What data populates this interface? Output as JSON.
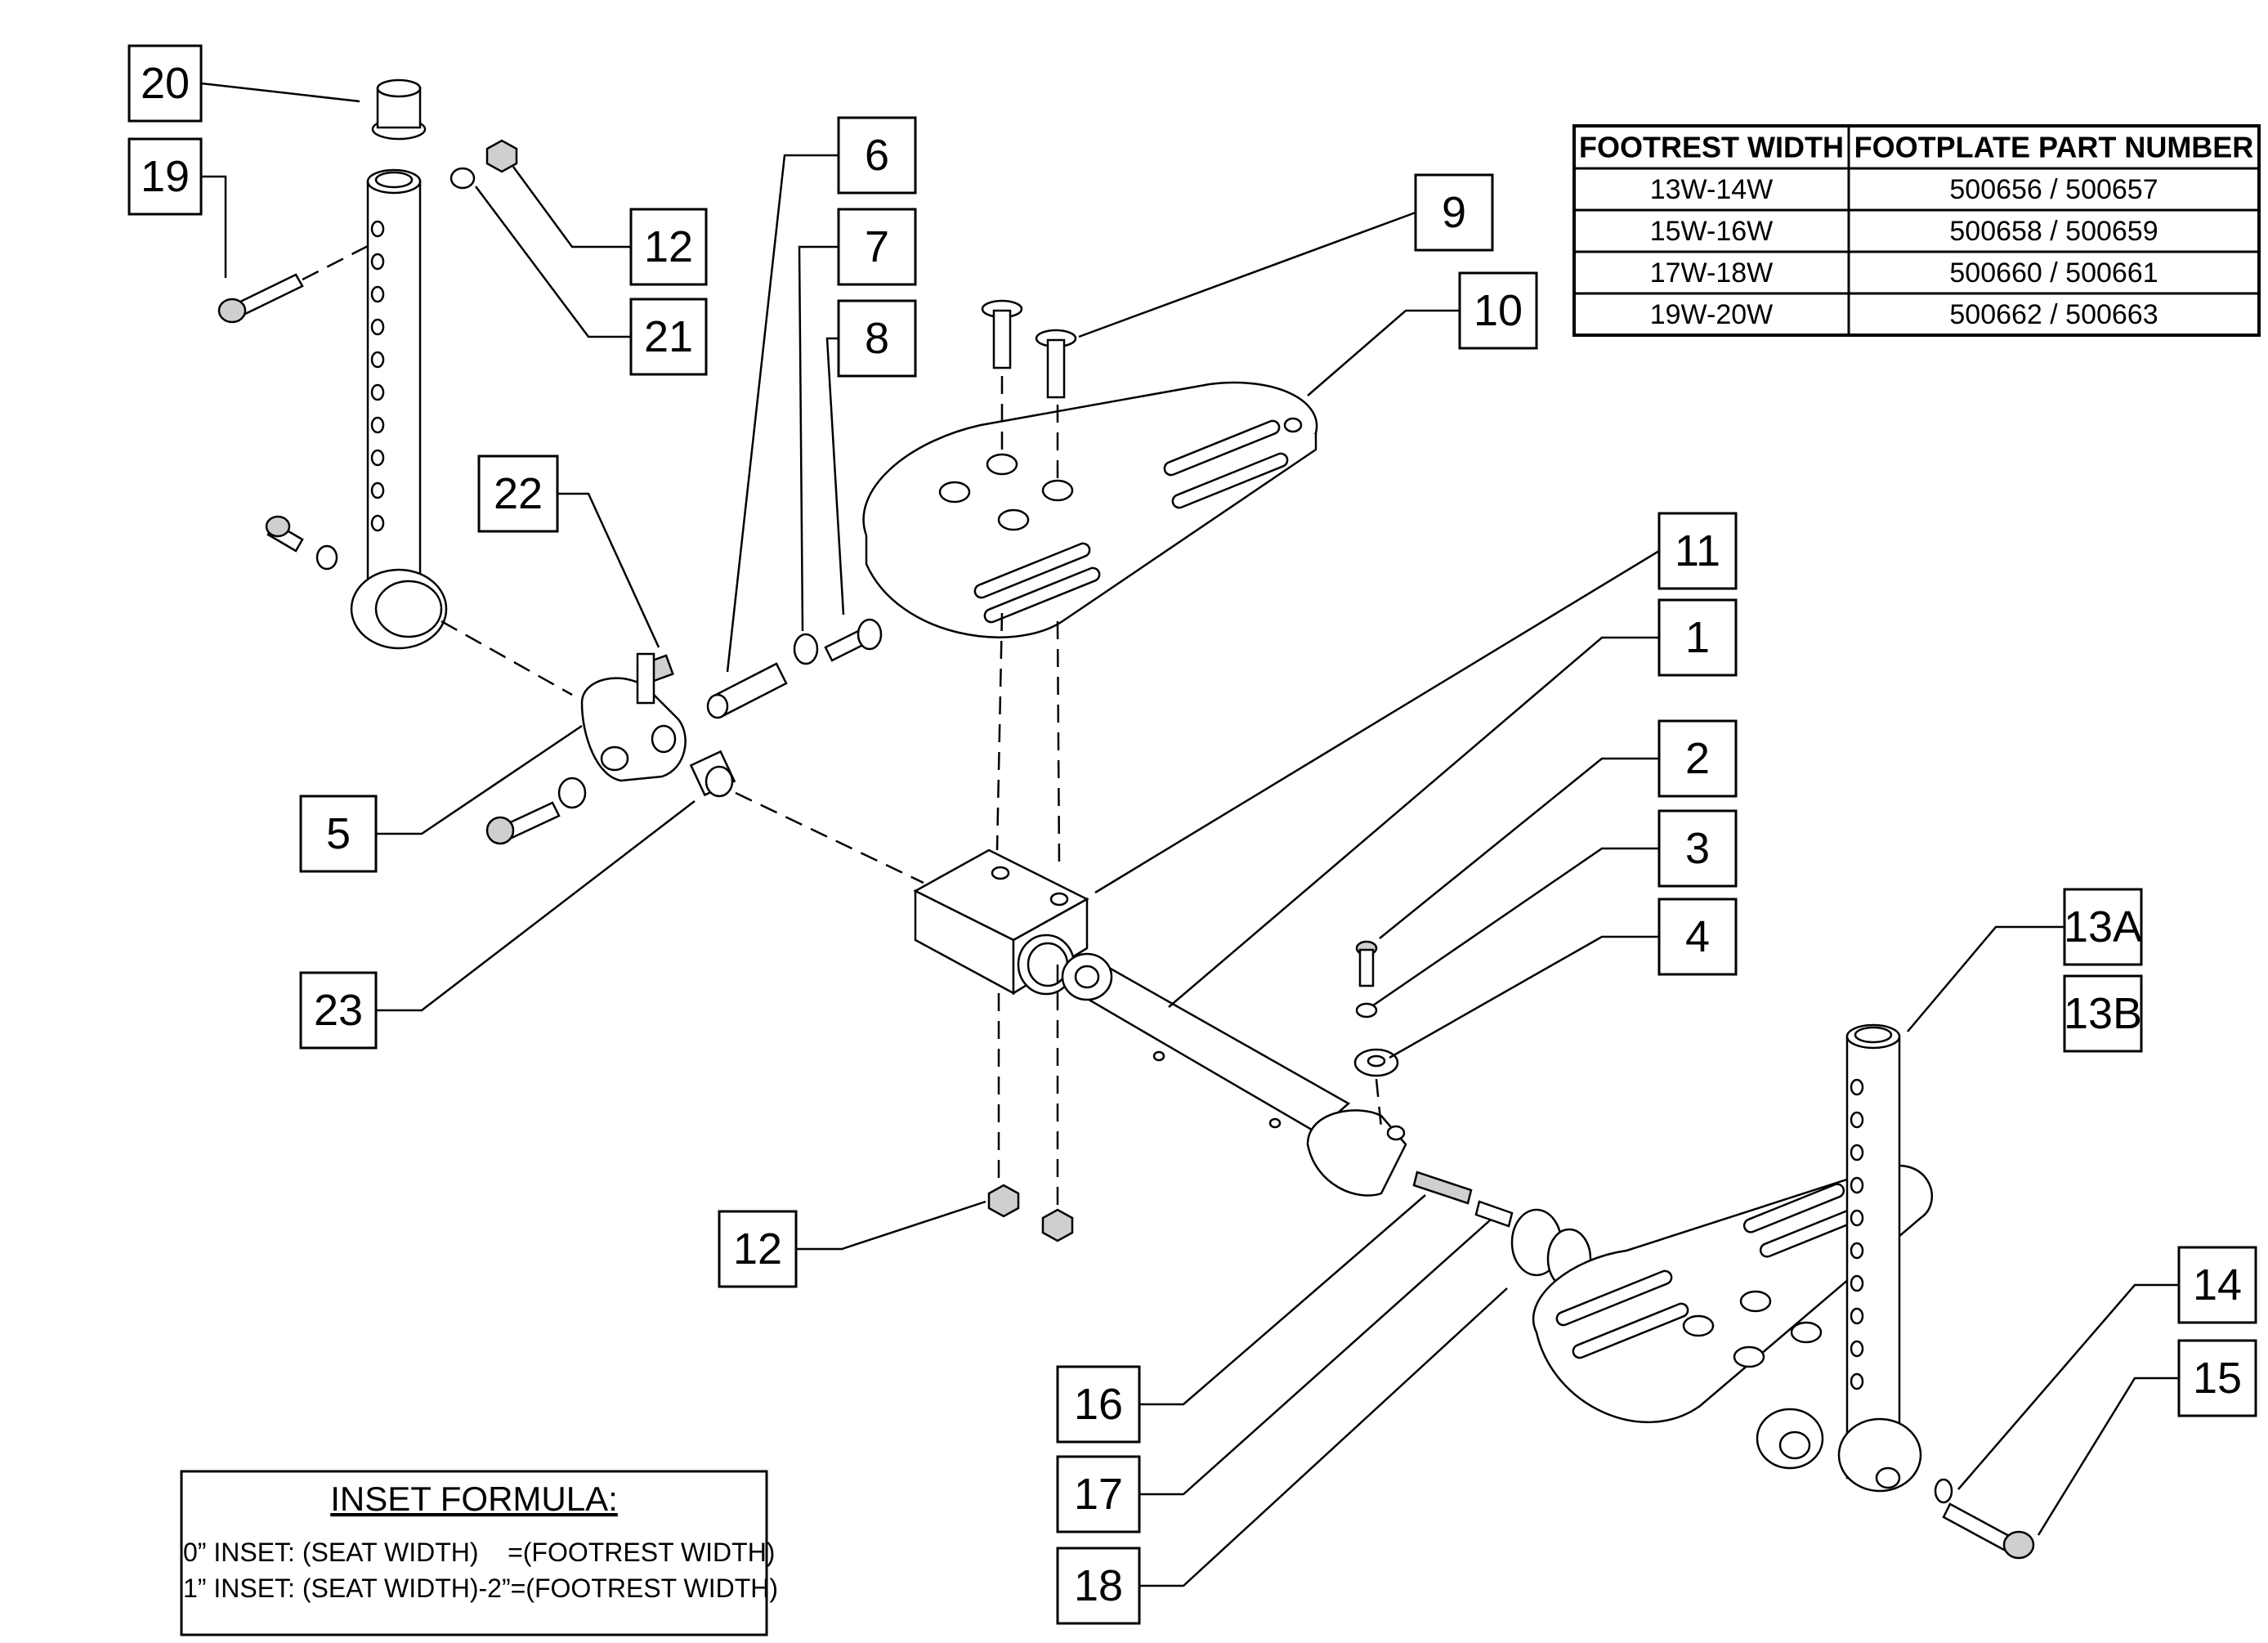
{
  "callouts": [
    {
      "id": "20",
      "label": "20"
    },
    {
      "id": "19",
      "label": "19"
    },
    {
      "id": "12a",
      "label": "12"
    },
    {
      "id": "21",
      "label": "21"
    },
    {
      "id": "6",
      "label": "6"
    },
    {
      "id": "7",
      "label": "7"
    },
    {
      "id": "8",
      "label": "8"
    },
    {
      "id": "9",
      "label": "9"
    },
    {
      "id": "10",
      "label": "10"
    },
    {
      "id": "22",
      "label": "22"
    },
    {
      "id": "11",
      "label": "11"
    },
    {
      "id": "1",
      "label": "1"
    },
    {
      "id": "2",
      "label": "2"
    },
    {
      "id": "3",
      "label": "3"
    },
    {
      "id": "4",
      "label": "4"
    },
    {
      "id": "5",
      "label": "5"
    },
    {
      "id": "23",
      "label": "23"
    },
    {
      "id": "13A",
      "label": "13A"
    },
    {
      "id": "13B",
      "label": "13B"
    },
    {
      "id": "12b",
      "label": "12"
    },
    {
      "id": "14",
      "label": "14"
    },
    {
      "id": "15",
      "label": "15"
    },
    {
      "id": "16",
      "label": "16"
    },
    {
      "id": "17",
      "label": "17"
    },
    {
      "id": "18",
      "label": "18"
    }
  ],
  "table": {
    "headers": [
      "FOOTREST WIDTH",
      "FOOTPLATE PART NUMBER"
    ],
    "rows": [
      [
        "13W-14W",
        "500656 / 500657"
      ],
      [
        "15W-16W",
        "500658 / 500659"
      ],
      [
        "17W-18W",
        "500660 / 500661"
      ],
      [
        "19W-20W",
        "500662 / 500663"
      ]
    ]
  },
  "inset_formula": {
    "title": "INSET FORMULA:",
    "lines": [
      "0” INSET: (SEAT WIDTH)    =(FOOTREST WIDTH)",
      "1” INSET: (SEAT WIDTH)-2”=(FOOTREST WIDTH)"
    ]
  }
}
